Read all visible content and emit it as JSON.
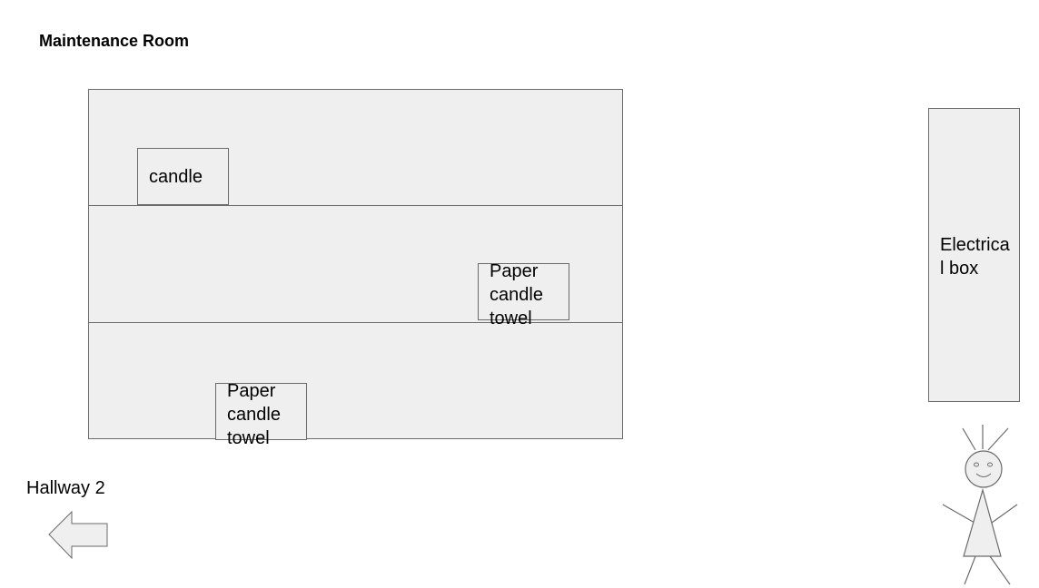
{
  "room": {
    "title": "Maintenance Room"
  },
  "shelves": {
    "top_item": "candle",
    "middle_item": "Paper candle towel",
    "bottom_item": "Paper candle towel"
  },
  "electrical_box": {
    "label": "Electrical box"
  },
  "exit": {
    "label": "Hallway 2",
    "icon": "left-arrow-icon"
  },
  "person": {
    "icon": "stick-figure-icon"
  },
  "colors": {
    "fill": "#efefef",
    "stroke": "#6b6b6b"
  }
}
